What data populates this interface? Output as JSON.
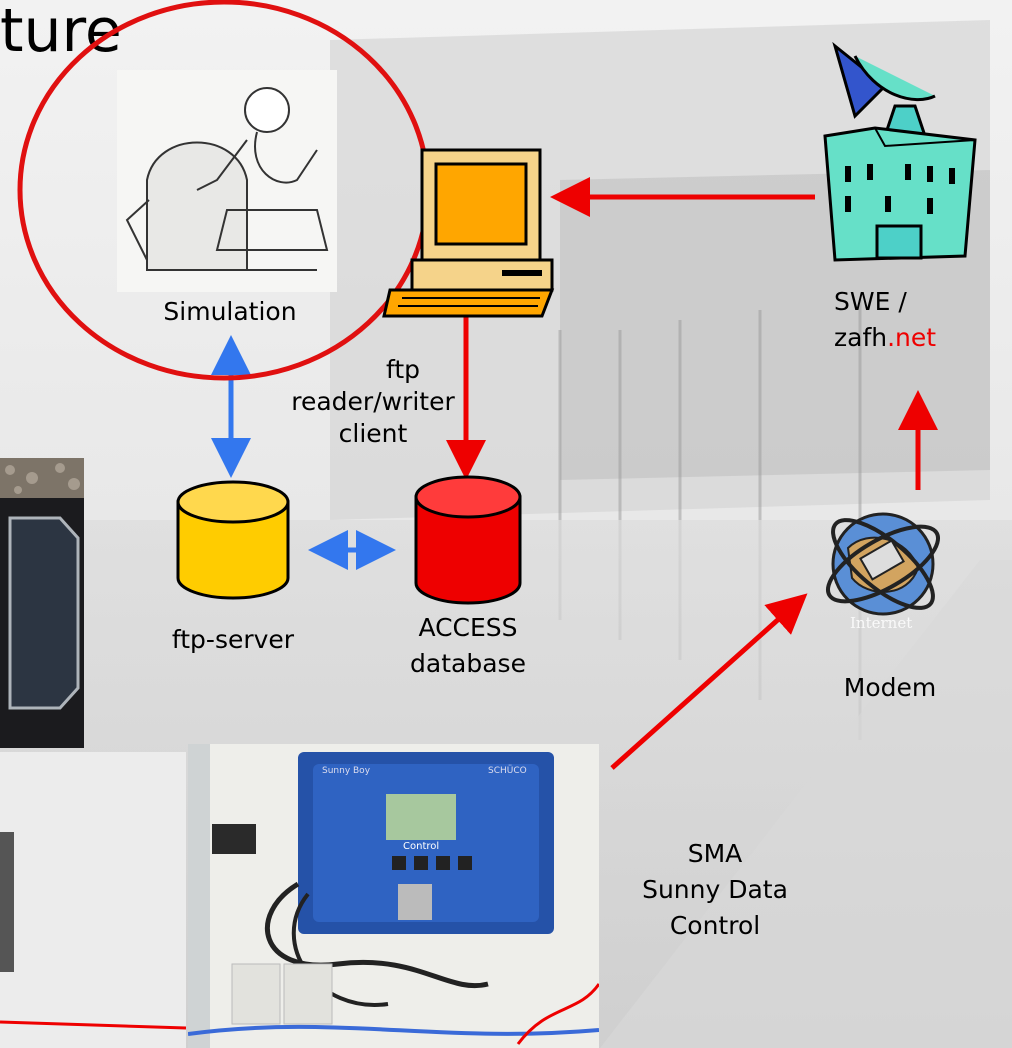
{
  "title": "ture",
  "labels": {
    "simulation": "Simulation",
    "ftp_client_line1": "ftp",
    "ftp_client_line2": "reader/writer",
    "ftp_client_line3": "client",
    "ftp_server": "ftp-server",
    "access_line1": "ACCESS",
    "access_line2": "database",
    "swe_line1": "SWE /",
    "zafh_prefix": "zafh",
    "zafh_suffix": ".net",
    "modem": "Modem",
    "sma_line1": "SMA",
    "sma_line2": "Sunny Data",
    "sma_line3": "Control",
    "internet_word": "Internet"
  },
  "device_screen": {
    "brand_left": "Sunny Boy",
    "brand_right": "SCHÜCO",
    "control_label": "Control"
  },
  "colors": {
    "red_arrow": "#ee0000",
    "blue_arrow": "#3377ee",
    "red_circle": "#e01010",
    "yellow_db": "#ffcc00",
    "red_db": "#ee0000",
    "building_teal": "#66e0c8"
  },
  "icons": [
    "cartoon-simulation-icon",
    "computer-icon",
    "satellite-building-icon",
    "internet-globe-icon",
    "ftp-server-database-icon",
    "access-database-icon"
  ]
}
